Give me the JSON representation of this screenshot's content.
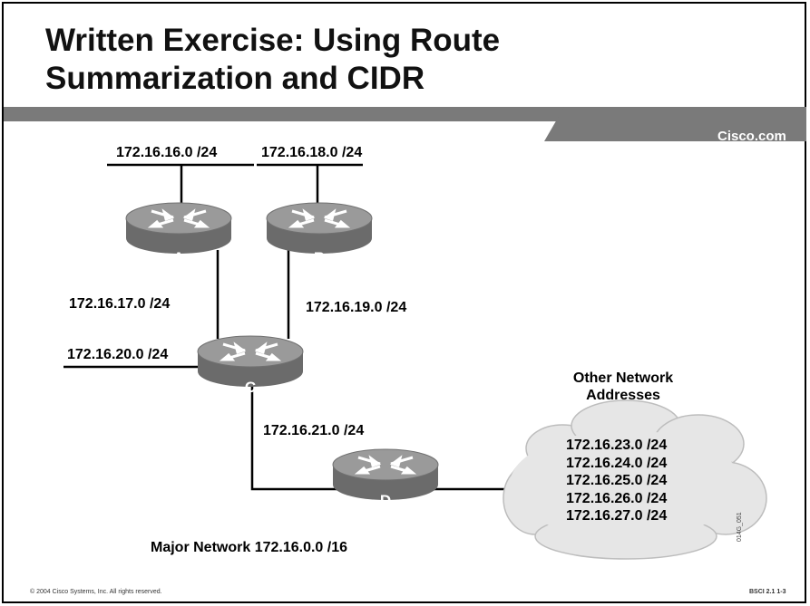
{
  "slide": {
    "title_line1": "Written Exercise: Using Route",
    "title_line2": "Summarization and CIDR",
    "brand": "Cisco.com",
    "footer_left": "© 2004 Cisco Systems, Inc. All rights reserved.",
    "footer_right": "BSCI 2.1   1-3",
    "figure_id": "014G_051"
  },
  "diagram": {
    "routers": [
      {
        "id": "A",
        "label": "A"
      },
      {
        "id": "B",
        "label": "B"
      },
      {
        "id": "C",
        "label": "C"
      },
      {
        "id": "D",
        "label": "D"
      }
    ],
    "networks": {
      "a_lan": "172.16.16.0 /24",
      "b_lan": "172.16.18.0 /24",
      "a_c_link": "172.16.17.0 /24",
      "b_c_link": "172.16.19.0 /24",
      "c_lan": "172.16.20.0 /24",
      "c_d_link": "172.16.21.0 /24"
    },
    "cloud": {
      "title_line1": "Other Network",
      "title_line2": "Addresses",
      "addresses": [
        "172.16.23.0 /24",
        "172.16.24.0 /24",
        "172.16.25.0 /24",
        "172.16.26.0 /24",
        "172.16.27.0 /24"
      ]
    },
    "major_network": "Major Network 172.16.0.0 /16"
  },
  "colors": {
    "band": "#7a7a7a",
    "router_top": "#9a9a9a",
    "router_side": "#6b6b6b",
    "cloud": "#e6e6e6",
    "cloud_edge": "#bdbdbd"
  }
}
